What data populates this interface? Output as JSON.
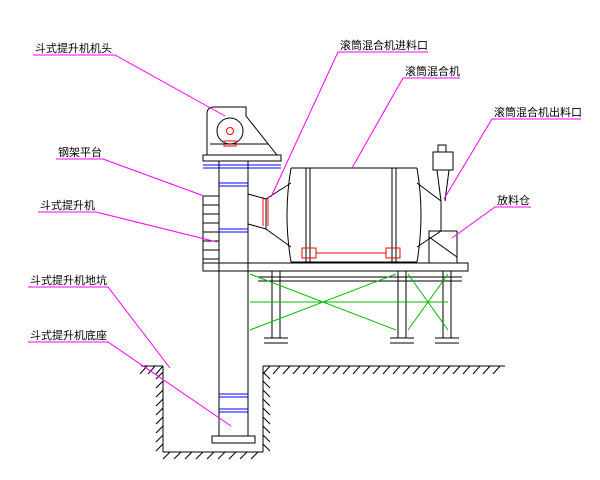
{
  "drawing": {
    "type": "cad-elevation-diagram",
    "labels": {
      "elevator_head": "斗式提升机机头",
      "mixer_inlet": "滚筒混合机进料口",
      "mixer": "滚筒混合机",
      "mixer_outlet": "滚筒混合机出料口",
      "platform": "钢架平台",
      "elevator": "斗式提升机",
      "discharge_bin": "放料仓",
      "elevator_pit": "斗式提升机地坑",
      "elevator_base": "斗式提升机底座"
    },
    "colors": {
      "structure": "#000000",
      "leader": "#FF00FF",
      "flange": "#0000FF",
      "brace": "#00BB00",
      "detail": "#FF0000",
      "background": "#FFFFFF"
    }
  }
}
